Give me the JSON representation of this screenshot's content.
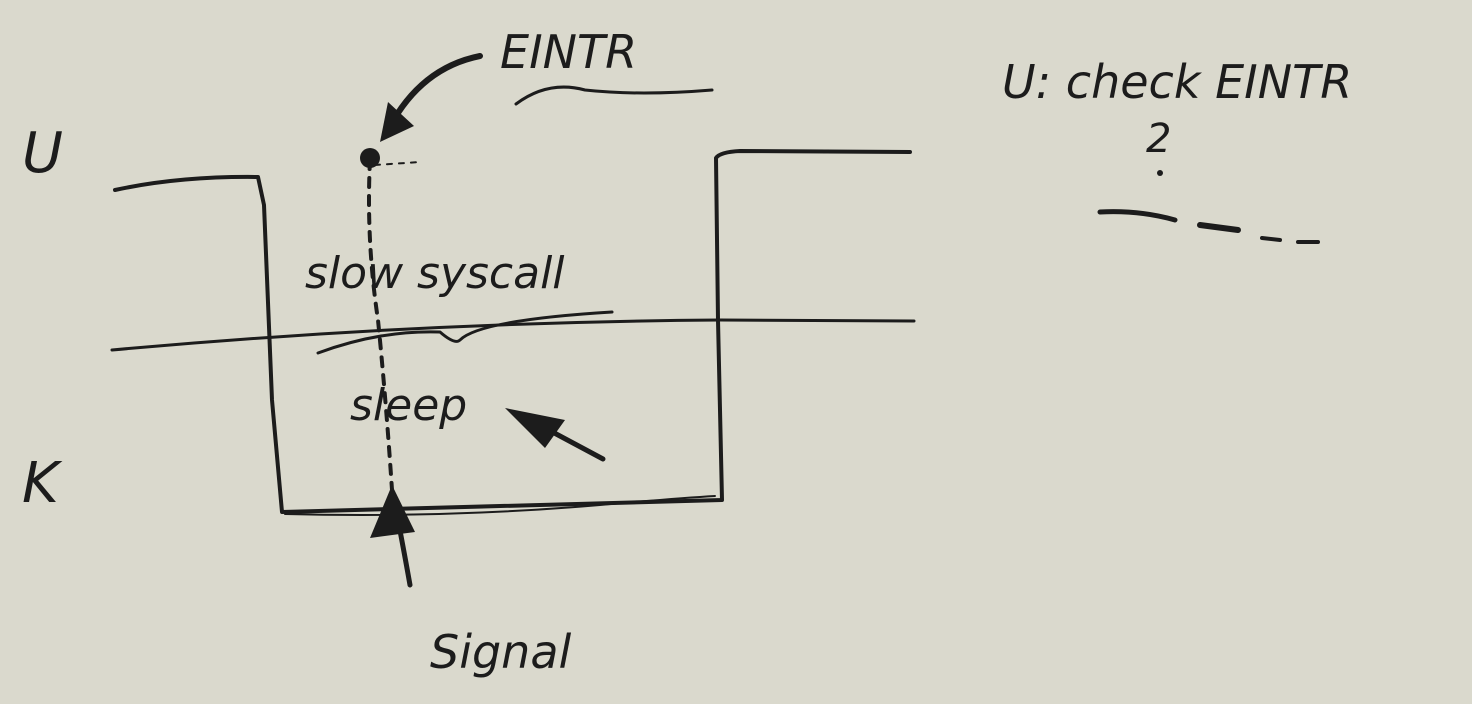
{
  "labels": {
    "user_space": "U",
    "kernel_space": "K",
    "syscall": "slow syscall",
    "sleep": "sleep",
    "signal": "Signal",
    "error_return": "EINTR",
    "user_check": "U: check EINTR",
    "step": "2"
  },
  "colors": {
    "background": "#dad9cd",
    "ink": "#1c1c1c"
  }
}
